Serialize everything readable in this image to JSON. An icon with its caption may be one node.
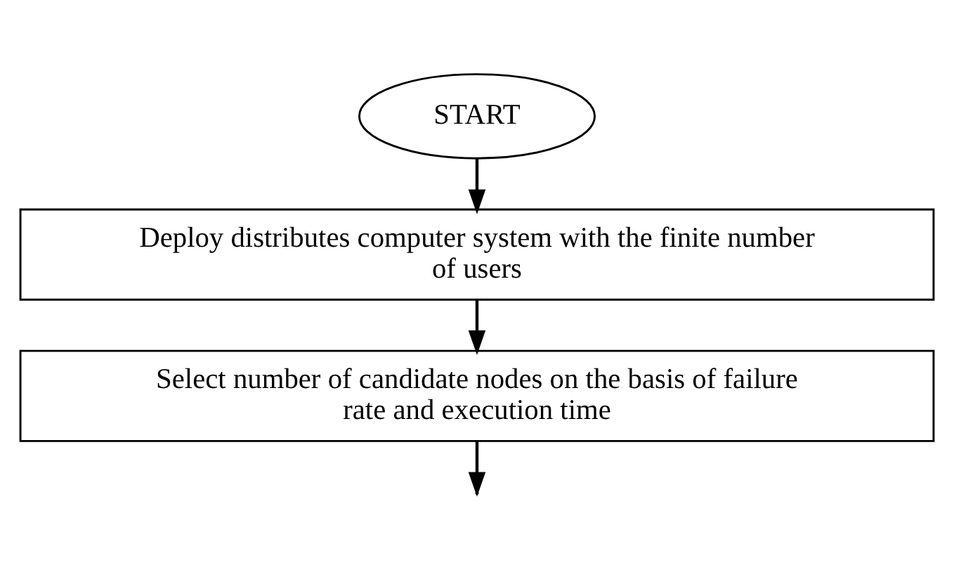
{
  "diagram": {
    "nodes": [
      {
        "text": [
          "START"
        ]
      },
      {
        "text": [
          "Deploy distributes computer system with the finite number of users"
        ]
      },
      {
        "text": [
          "Select number of candidate nodes on the basis of failure rate and execution time"
        ]
      }
    ],
    "edges": [
      {
        "from": 0,
        "to": 1,
        "arrow": "to"
      },
      {
        "from": 1,
        "to": 2,
        "arrow": "to"
      },
      {
        "from": 2,
        "to": null,
        "arrow": "to"
      }
    ]
  }
}
